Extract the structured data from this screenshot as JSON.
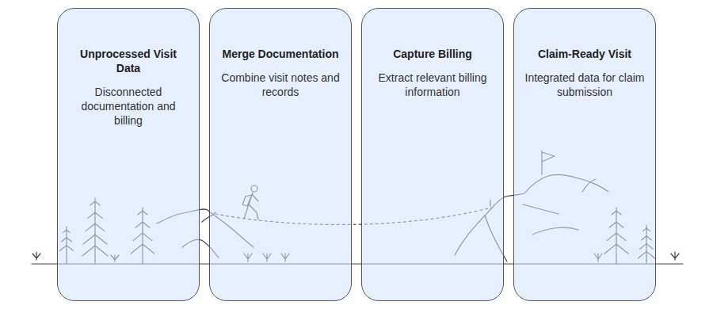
{
  "diagram": {
    "nodes": [
      {
        "text": [
          "Unprocessed Visit Data",
          "Disconnected documentation and billing"
        ]
      },
      {
        "text": [
          "Merge Documentation",
          "Combine visit notes and records"
        ]
      },
      {
        "text": [
          "Capture Billing",
          "Extract relevant billing information"
        ]
      },
      {
        "text": [
          "Claim-Ready Visit",
          "Integrated data for claim submission"
        ]
      }
    ]
  }
}
